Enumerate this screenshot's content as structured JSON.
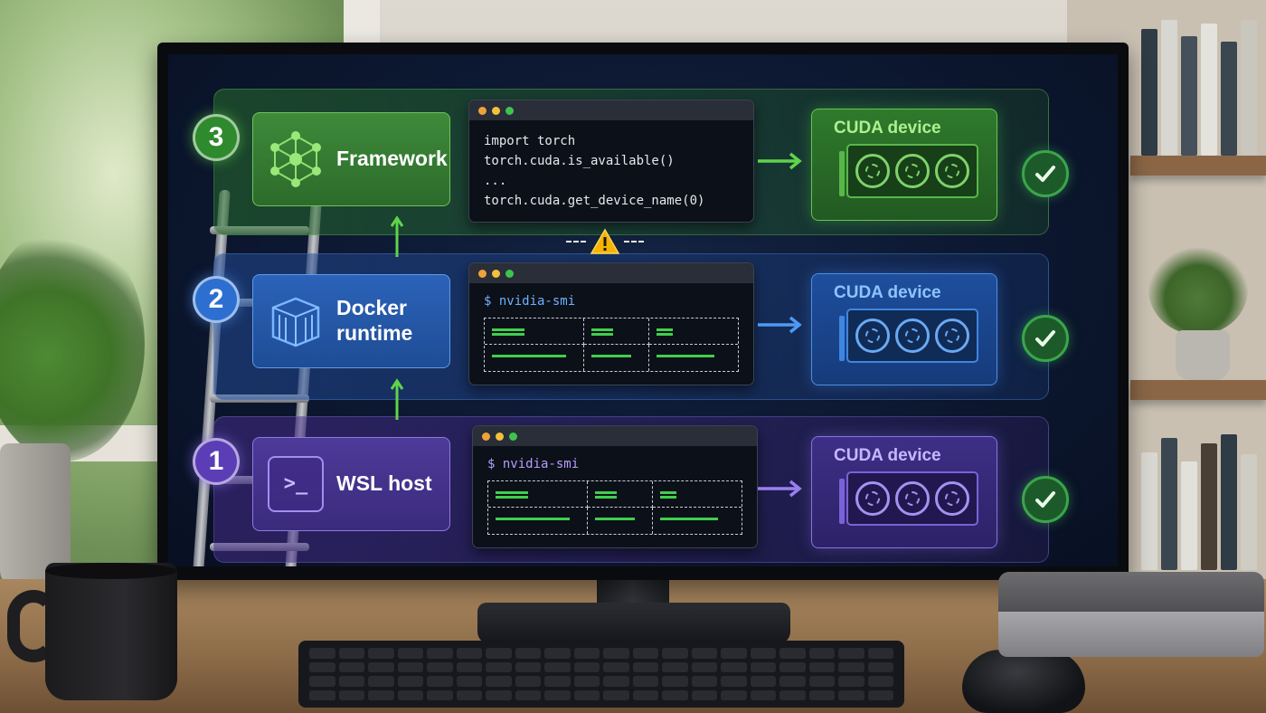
{
  "layers": [
    {
      "number": "3",
      "label": "Framework",
      "icon": "neural-network-icon",
      "terminal": {
        "lines": [
          "import torch",
          "torch.cuda.is_available()",
          "...",
          "torch.cuda.get_device_name(0)"
        ]
      },
      "device_label": "CUDA device",
      "status_icon": "check-icon"
    },
    {
      "number": "2",
      "label_line1": "Docker",
      "label_line2": "runtime",
      "icon": "container-icon",
      "terminal": {
        "command": "$ nvidia-smi"
      },
      "device_label": "CUDA device",
      "status_icon": "check-icon"
    },
    {
      "number": "1",
      "label": "WSL host",
      "icon": "terminal-icon",
      "icon_glyph": ">_",
      "terminal": {
        "command": "$ nvidia-smi"
      },
      "device_label": "CUDA device",
      "status_icon": "check-icon"
    }
  ],
  "warning_icon": "warning-icon",
  "colors": {
    "framework": "#2f8a2e",
    "docker": "#2c6fd0",
    "wsl": "#5b3eb6",
    "success": "#3aa64a",
    "warning": "#f5b400"
  }
}
